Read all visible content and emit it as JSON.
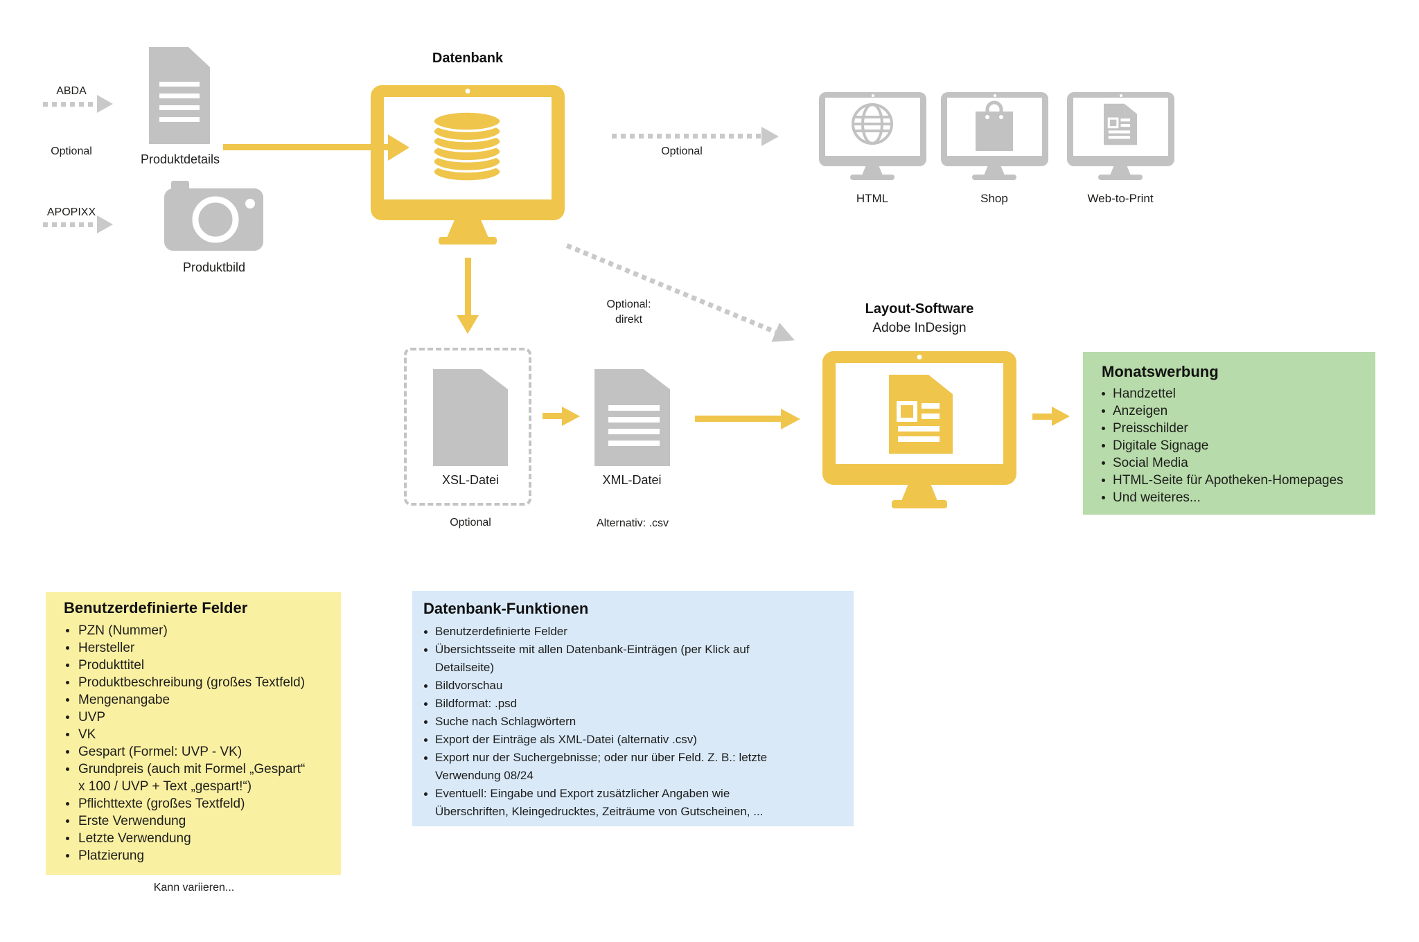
{
  "colors": {
    "accent_yellow": "#efc54b",
    "icon_gray": "#c2c2c2",
    "green_box": "#b7dbaa",
    "yellow_box": "#faf0a2",
    "blue_box": "#d9e9f8"
  },
  "flow": {
    "abda_label": "ABDA",
    "abda_optional": "Optional",
    "apopixx_label": "APOPIXX",
    "produktdetails_label": "Produktdetails",
    "produktbild_label": "Produktbild",
    "datenbank_title": "Datenbank",
    "optional_top": "Optional",
    "html_label": "HTML",
    "shop_label": "Shop",
    "web_to_print_label": "Web-to-Print",
    "optional_direkt": "Optional:\ndirekt",
    "xsl_label": "XSL-Datei",
    "xsl_optional": "Optional",
    "xml_label": "XML-Datei",
    "xml_alternative": "Alternativ: .csv",
    "layout_title": "Layout-Software",
    "layout_subtitle": "Adobe InDesign"
  },
  "monatswerbung": {
    "title": "Monatswerbung",
    "items": [
      "Handzettel",
      "Anzeigen",
      "Preisschilder",
      "Digitale Signage",
      "Social Media",
      "HTML-Seite für Apotheken-Homepages",
      "Und weiteres..."
    ]
  },
  "benutzerdefinierte_felder": {
    "title": "Benutzerdefinierte Felder",
    "items": [
      "PZN (Nummer)",
      "Hersteller",
      "Produkttitel",
      "Produktbeschreibung (großes Textfeld)",
      "Mengenangabe",
      "UVP",
      "VK",
      "Gespart (Formel: UVP - VK)",
      "Grundpreis (auch mit Formel „Gespart“\nx 100 / UVP + Text „gespart!“)",
      "Pflichttexte (großes Textfeld)",
      "Erste Verwendung",
      "Letzte Verwendung",
      "Platzierung"
    ],
    "footnote": "Kann variieren..."
  },
  "datenbank_funktionen": {
    "title": "Datenbank-Funktionen",
    "items": [
      "Benutzerdefinierte Felder",
      "Übersichtsseite mit allen Datenbank-Einträgen (per Klick auf\nDetailseite)",
      "Bildvorschau",
      "Bildformat: .psd",
      "Suche nach Schlagwörtern",
      "Export der Einträge als XML-Datei (alternativ .csv)",
      "Export nur der Suchergebnisse; oder nur über Feld. Z. B.: letzte\nVerwendung 08/24",
      "Eventuell: Eingabe und Export zusätzlicher Angaben wie\nÜberschriften, Kleingedrucktes, Zeiträume von Gutscheinen, ..."
    ]
  }
}
